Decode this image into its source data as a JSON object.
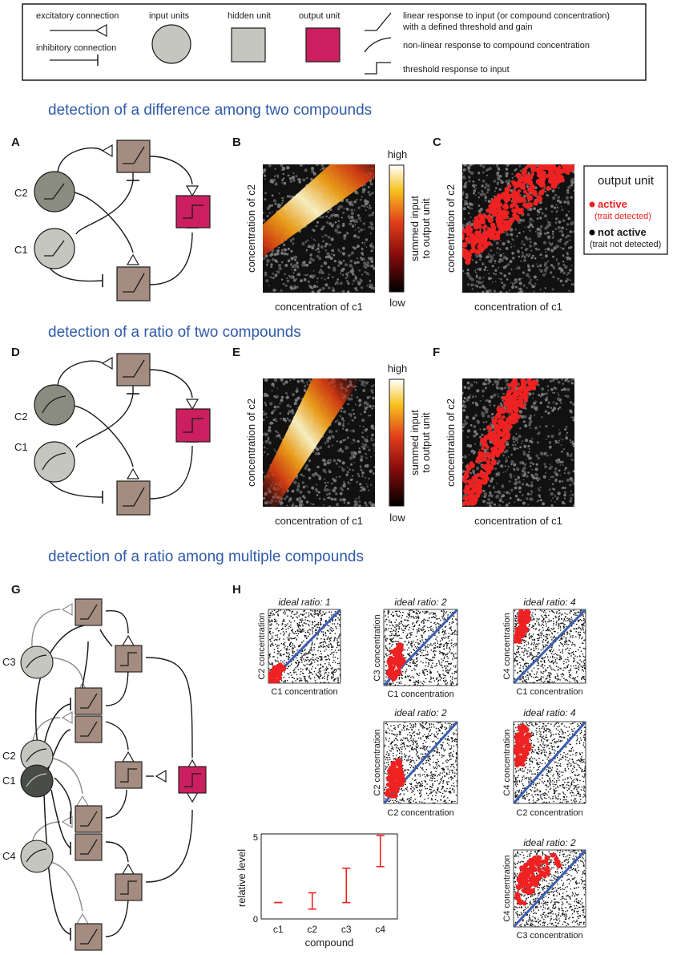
{
  "colors": {
    "title": "#2f5aa8",
    "unit_input": "#c6c6c0",
    "unit_input_dark": "#8a8c80",
    "unit_input_darkest": "#4a4c48",
    "unit_hidden": "#a48c80",
    "unit_output": "#cc1f5f",
    "active": "#ee2222",
    "inactive": "#000000",
    "ideal_line": "#3b5fb0"
  },
  "legend": {
    "excitatory": "excitatory connection",
    "inhibitory": "inhibitory connection",
    "input_units": "input units",
    "hidden_unit": "hidden unit",
    "output_unit": "output unit",
    "linear_1": "linear response to input (or compound concentration)",
    "linear_2": "with a defined threshold and gain",
    "nonlinear": "non-linear response to compound concentration",
    "threshold": "threshold response to input"
  },
  "sections": {
    "s1": "detection of a difference among two compounds",
    "s2": "detection of a ratio of two compounds",
    "s3": "detection of a ratio among multiple compounds"
  },
  "panels": {
    "A": "A",
    "B": "B",
    "C": "C",
    "D": "D",
    "E": "E",
    "F": "F",
    "G": "G",
    "H": "H"
  },
  "units": {
    "c1": "C1",
    "c2": "C2",
    "c3": "C3",
    "c4": "C4"
  },
  "axes": {
    "x_c1": "concentration of c1",
    "y_c2": "concentration of c2"
  },
  "colorbar": {
    "high": "high",
    "low": "low",
    "label_1": "summed input",
    "label_2": "to output unit"
  },
  "output_legend": {
    "title": "output unit",
    "active": "active",
    "active_sub": "(trait detected)",
    "inactive": "not active",
    "inactive_sub": "(trait not detected)"
  },
  "h_plots": {
    "p1": {
      "title": "ideal ratio: 1",
      "xlabel": "C1 concentration",
      "ylabel": "C2 concentration"
    },
    "p2": {
      "title": "ideal ratio: 2",
      "xlabel": "C1 concentration",
      "ylabel": "C3 concentration"
    },
    "p3": {
      "title": "ideal ratio: 4",
      "xlabel": "C1 concentration",
      "ylabel": "C4 concentration"
    },
    "p4": {
      "title": "ideal ratio: 2",
      "xlabel": "C2 concentration",
      "ylabel": "C2 concentration"
    },
    "p5": {
      "title": "ideal ratio: 4",
      "xlabel": "C2 concentration",
      "ylabel": "C4 concentration"
    },
    "p6": {
      "title": "ideal ratio: 2",
      "xlabel": "C3 concentration",
      "ylabel": "C4 concentration"
    }
  },
  "chart_data": {
    "type": "errorbar",
    "xlabel": "compound",
    "ylabel": "relative level",
    "categories": [
      "c1",
      "c2",
      "c3",
      "c4"
    ],
    "ylim": [
      0,
      5.2
    ],
    "yticks": [
      0,
      5
    ],
    "low": [
      1.0,
      0.6,
      1.0,
      3.2
    ],
    "high": [
      1.0,
      1.6,
      3.1,
      5.1
    ],
    "color": "#ee2222"
  }
}
